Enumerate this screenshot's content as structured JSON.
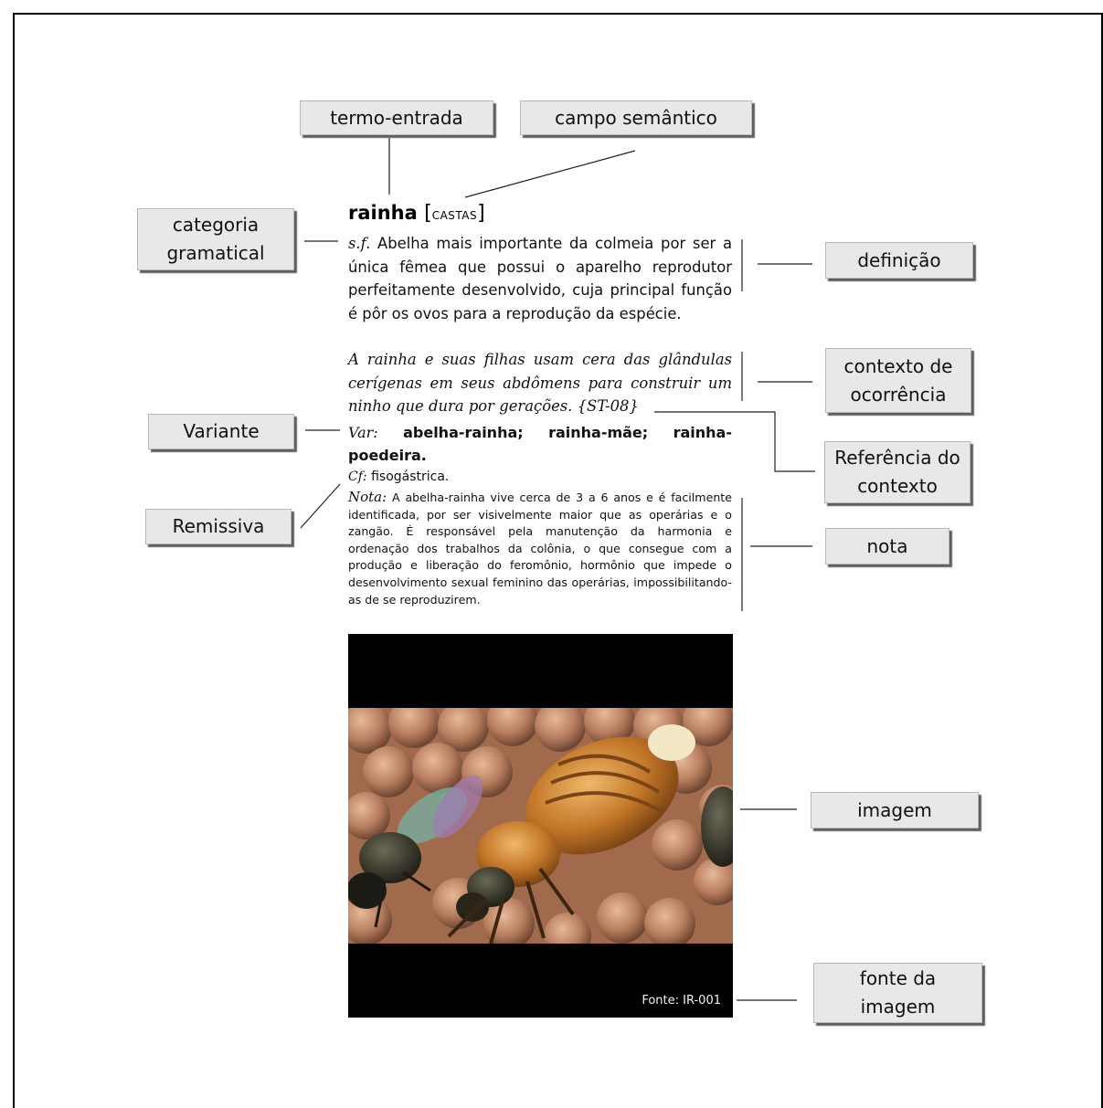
{
  "labels": {
    "termo_entrada": "termo-entrada",
    "campo_semantico": "campo semântico",
    "categoria_gramatical": "categoria gramatical",
    "definicao": "definição",
    "contexto_ocorrencia": "contexto de ocorrência",
    "variante": "Variante",
    "referencia_contexto": "Referência do contexto",
    "remissiva": "Remissiva",
    "nota": "nota",
    "imagem": "imagem",
    "fonte_imagem": "fonte da imagem"
  },
  "entry": {
    "headword": "rainha",
    "semantic_field": "castas",
    "grammatical_category": "s.f.",
    "definition": "Abelha mais importante da colmeia por ser a única fêmea que possui o aparelho reprodutor perfeitamente desenvolvido, cuja principal função é pôr os ovos para a reprodução da espécie.",
    "context": "A rainha e suas filhas usam cera das glândulas cerígenas em seus abdômens para construir um ninho que dura por gerações.",
    "context_ref": "{ST-08}",
    "var_label": "Var:",
    "variants": "abelha-rainha; rainha-mãe; rainha-poedeira.",
    "cf_label": "Cf:",
    "cf_value": "fisogástrica.",
    "nota_label": "Nota:",
    "nota_text": "A abelha-rainha vive cerca de 3 a 6 anos e é facilmente identificada, por ser visivelmente maior que as operárias e o zangão. É responsável pela manutenção da harmonia e ordenação dos trabalhos da colônia, o que consegue com a produção e liberação do feromônio, hormônio que impede o desenvolvimento sexual feminino das operárias, impossibilitando-as de se reproduzirem.",
    "image_credit": "Fonte: IR-001"
  }
}
